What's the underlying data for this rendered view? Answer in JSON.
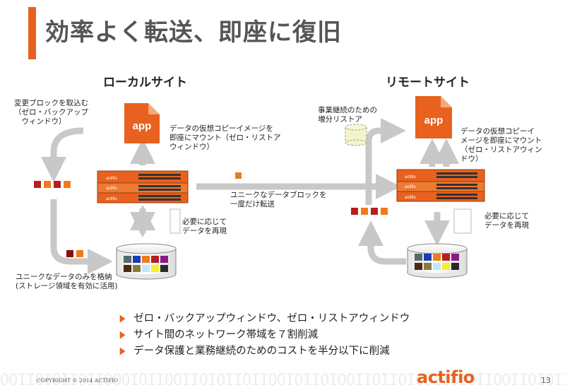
{
  "title": "効率よく転送、即座に復旧",
  "local": {
    "heading": "ローカルサイト",
    "capture_text": "変更ブロックを取込む\n（ゼロ・バックアップ\n　ウィンドウ）",
    "virtual_copy_text": "データの仮想コピーイメージを\n即座にマウント（ゼロ・リストア\nウィンドウ）",
    "rehydrate_text": "必要に応じて\nデータを再現",
    "unique_store_text": "ユニークなデータのみを格納\n(ストレージ領域を有効に活用)",
    "app_label": "app"
  },
  "remote": {
    "heading": "リモートサイト",
    "incremental_text": "事業継続のための\n増分リストア",
    "virtual_copy_text": "データの仮想コピーイ\nメージを即座にマウント\n（ゼロ・リストアウィン\nドウ）",
    "rehydrate_text": "必要に応じて\nデータを再現",
    "app_label": "app"
  },
  "transfer_text": "ユニークなデータブロックを\n一度だけ転送",
  "appliance_brand": "actifio",
  "bullets": [
    "ゼロ・バックアップウィンドウ、ゼロ・リストアウィンドウ",
    "サイト間のネットワーク帯域を７割削減",
    "データ保護と業務継続のためのコストを半分以下に削減"
  ],
  "footer": {
    "copyright": "COPYRIGHT © 2014 ACTIFIO",
    "brand": "actifio",
    "page_number": "13",
    "binary_pattern": "OOII0IOIIOIIOOOIOIIOOIIOIOIIOIIOOIOIIOIOOIIOIIOIOOIIOIOIIOOIIOIOIIOOIIOIOOIIOI"
  },
  "colors": {
    "accent": "#e8611e",
    "arrow": "#c8c8c8",
    "block_red": "#b51f1f",
    "block_orange": "#f07a1a",
    "block_darkred": "#8a1010"
  },
  "icons": [
    "app-document-icon",
    "appliance-icon",
    "storage-cylinder-icon",
    "data-block-icon",
    "chevron-right-icon"
  ]
}
